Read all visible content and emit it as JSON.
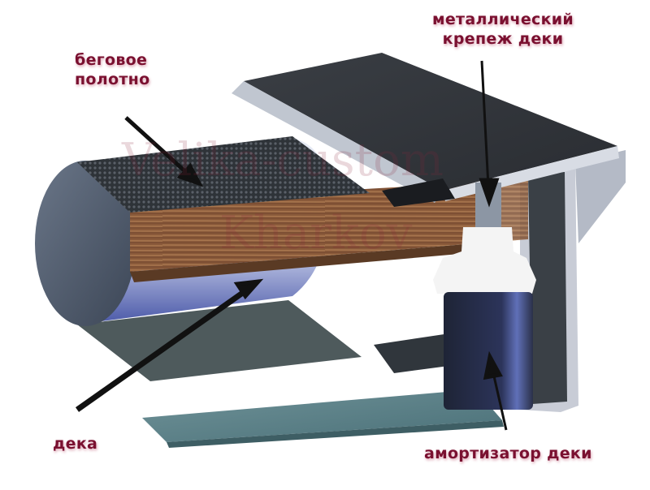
{
  "diagram": {
    "subject": "treadmill deck cross-section",
    "labels": {
      "belt": [
        "беговое",
        "полотно"
      ],
      "deck_fastener": [
        "металлический",
        "крепеж деки"
      ],
      "deck": "дека",
      "shock_absorber": "амортизатор деки"
    },
    "watermark": {
      "line1": "Velika-custom",
      "line2": "Kharkov"
    },
    "colors": {
      "label_text": "#7a1030",
      "belt": "#3a3f44",
      "deck_wood": "#8a5a3a",
      "roller": "#5a6a80",
      "frame": "#c8ccd6",
      "shock_body": "#2a3048",
      "shock_cap": "#f2f2f2",
      "base_plate": "#5a8088",
      "arrow": "#111111"
    }
  }
}
